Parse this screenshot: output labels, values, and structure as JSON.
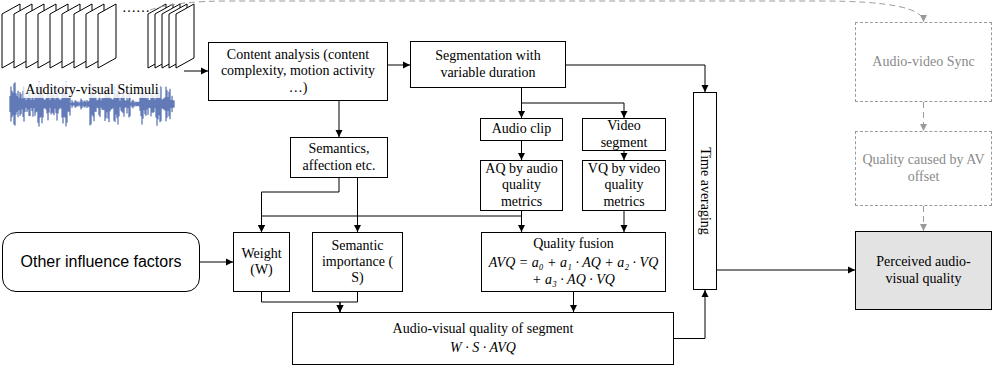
{
  "diagram": {
    "nodes": [
      {
        "text": [
          "Auditory-visual Stimuli"
        ]
      },
      {
        "text": [
          "Content analysis (content complexity, motion activity …)"
        ]
      },
      {
        "text": [
          "Segmentation with variable duration"
        ]
      },
      {
        "text": [
          "Audio-video Sync"
        ]
      },
      {
        "text": [
          "Audio clip"
        ]
      },
      {
        "text": [
          "Video segment"
        ]
      },
      {
        "text": [
          "Time averaging"
        ]
      },
      {
        "text": [
          "Quality caused by AV offset"
        ]
      },
      {
        "text": [
          "Semantics, affection etc."
        ]
      },
      {
        "text": [
          "AQ by audio quality metrics"
        ]
      },
      {
        "text": [
          "VQ by video quality metrics"
        ]
      },
      {
        "text": [
          "Other influence factors"
        ]
      },
      {
        "text": [
          "Weight (W)"
        ]
      },
      {
        "text": [
          "Semantic importance ( S)"
        ]
      },
      {
        "text": [
          "Quality fusion",
          "AVQ = a₀ + a₁ · AQ + a₂ · VQ + a₃ · AQ · VQ"
        ]
      },
      {
        "text": [
          "Perceived audio-visual quality"
        ]
      },
      {
        "text": [
          "Audio-visual quality of segment",
          "W · S · AVQ"
        ]
      }
    ],
    "edges": [
      {
        "from": 0,
        "to": 1,
        "arrow": "to"
      },
      {
        "from": 1,
        "to": 2,
        "arrow": "to"
      },
      {
        "from": 0,
        "to": 3,
        "arrow": "to"
      },
      {
        "from": 2,
        "to": 4,
        "arrow": "to"
      },
      {
        "from": 2,
        "to": 5,
        "arrow": "to"
      },
      {
        "from": 2,
        "to": 6,
        "arrow": "to"
      },
      {
        "from": 4,
        "to": 9,
        "arrow": "to"
      },
      {
        "from": 5,
        "to": 10,
        "arrow": "to"
      },
      {
        "from": 1,
        "to": 8,
        "arrow": "to"
      },
      {
        "from": 8,
        "to": 12,
        "arrow": "to"
      },
      {
        "from": 8,
        "to": 13,
        "arrow": "to"
      },
      {
        "from": 9,
        "to": 12,
        "arrow": "to"
      },
      {
        "from": 9,
        "to": 14,
        "arrow": "to"
      },
      {
        "from": 10,
        "to": 14,
        "arrow": "to"
      },
      {
        "from": 11,
        "to": 12,
        "arrow": "to"
      },
      {
        "from": 12,
        "to": 16,
        "arrow": "to"
      },
      {
        "from": 13,
        "to": 16,
        "arrow": "to"
      },
      {
        "from": 14,
        "to": 16,
        "arrow": "to"
      },
      {
        "from": 16,
        "to": 6,
        "arrow": "to"
      },
      {
        "from": 6,
        "to": 15,
        "arrow": "to"
      },
      {
        "from": 3,
        "to": 7,
        "arrow": "to"
      },
      {
        "from": 7,
        "to": 15,
        "arrow": "to"
      }
    ],
    "labels": [
      "……"
    ]
  }
}
